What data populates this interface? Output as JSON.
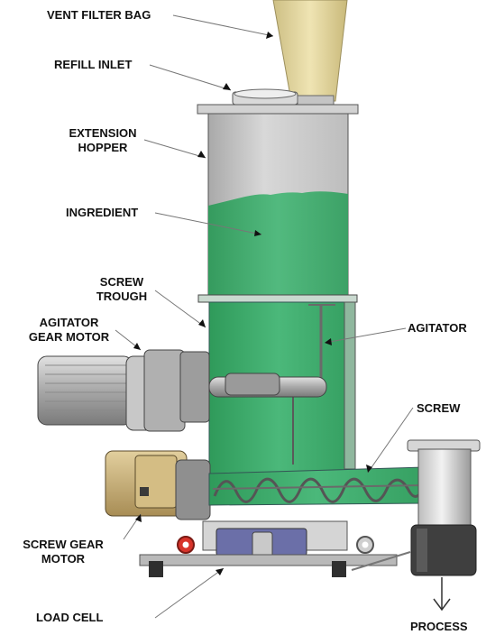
{
  "labels": {
    "vent_filter_bag": "VENT FILTER BAG",
    "refill_inlet": "REFILL INLET",
    "extension_hopper_line1": "EXTENSION",
    "extension_hopper_line2": "HOPPER",
    "ingredient": "INGREDIENT",
    "screw_trough_line1": "SCREW",
    "screw_trough_line2": "TROUGH",
    "agitator_gear_motor_line1": "AGITATOR",
    "agitator_gear_motor_line2": "GEAR MOTOR",
    "agitator": "AGITATOR",
    "screw": "SCREW",
    "screw_gear_motor_line1": "SCREW GEAR",
    "screw_gear_motor_line2": "MOTOR",
    "load_cell": "LOAD CELL",
    "process": "PROCESS"
  },
  "colors": {
    "ingredient_green": "#3daa6a",
    "hopper_gray": "#c9c9c9",
    "filter_bag_tan": "#e3d59a",
    "motor_gray": "#b5b5b5",
    "screw_motor_tan": "#c9b07a",
    "load_cell_blue": "#6b6fa8",
    "outline": "#333333"
  }
}
